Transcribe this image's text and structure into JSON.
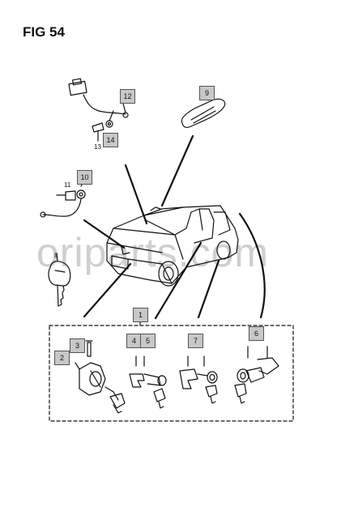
{
  "figure": {
    "title": "FIG 54"
  },
  "watermark": "oriparts.com",
  "callouts": {
    "c1": "1",
    "c2": "2",
    "c3": "3",
    "c4": "4",
    "c5": "5",
    "c6": "6",
    "c7": "7",
    "c8": "8",
    "c9": "9",
    "c10": "10",
    "c11": "11",
    "c12": "12",
    "c13": "13",
    "c14": "14"
  }
}
